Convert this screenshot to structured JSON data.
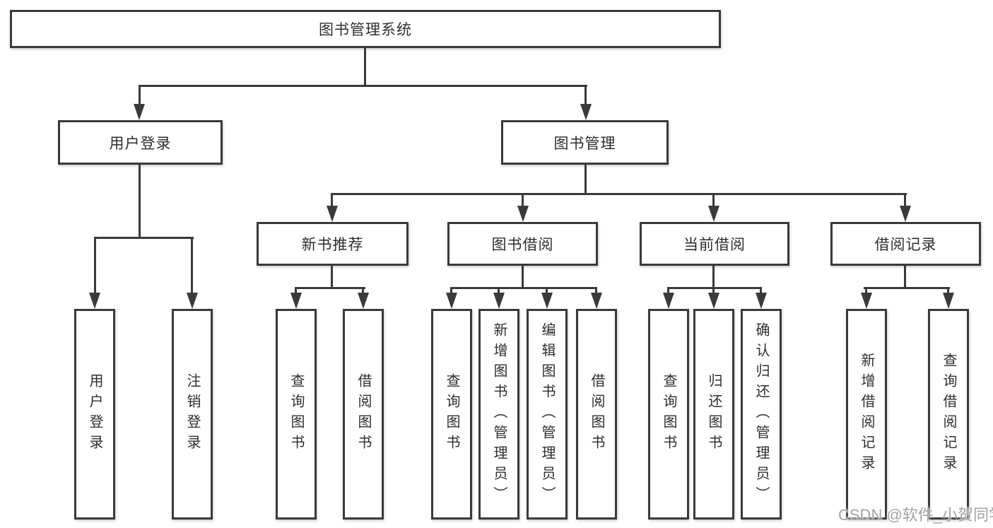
{
  "colors": {
    "line": "#3a3a3a",
    "box_border": "#3a3a3a",
    "box_background": "#ffffff",
    "text": "#2e2e2e",
    "watermark_text": "#a3a3a3",
    "page_background": "#ffffff"
  },
  "watermark": "CSDN @软件_小贺同学",
  "tree": {
    "root": "图书管理系统",
    "children": [
      {
        "label": "用户登录",
        "children": [
          "用户登录",
          "注销登录"
        ]
      },
      {
        "label": "图书管理",
        "children": [
          {
            "label": "新书推荐",
            "children": [
              "查询图书",
              "借阅图书"
            ]
          },
          {
            "label": "图书借阅",
            "children": [
              "查询图书",
              "新增图书（管理员）",
              "编辑图书（管理员）",
              "借阅图书"
            ]
          },
          {
            "label": "当前借阅",
            "children": [
              "查询图书",
              "归还图书",
              "确认归还（管理员）"
            ]
          },
          {
            "label": "借阅记录",
            "children": [
              "新增借阅记录",
              "查询借阅记录"
            ]
          }
        ]
      }
    ]
  }
}
